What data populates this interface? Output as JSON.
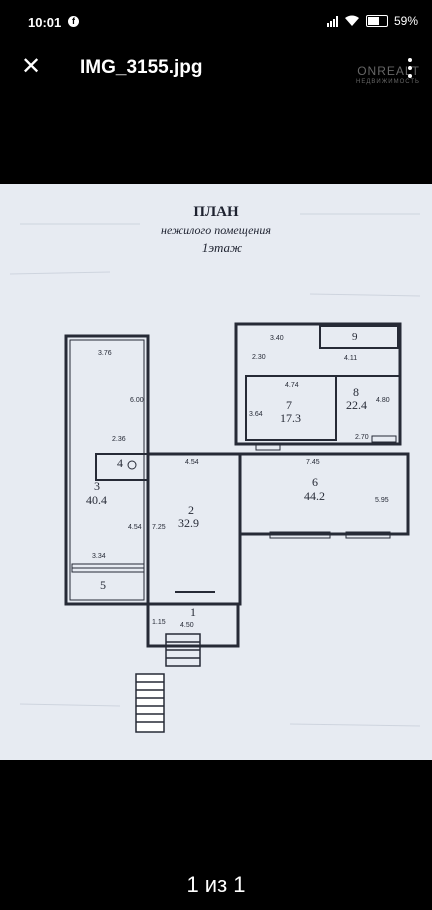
{
  "status_bar": {
    "time": "10:01",
    "battery": "59%"
  },
  "header": {
    "filename": "IMG_3155.jpg"
  },
  "watermark": {
    "brand": "ONREALT",
    "sub": "НЕДВИЖИМОСТЬ"
  },
  "plan": {
    "title": "ПЛАН",
    "subtitle": "нежилого помещения",
    "floor": "1этаж",
    "rooms": [
      {
        "num": "1",
        "area": ""
      },
      {
        "num": "2",
        "area": "32.9"
      },
      {
        "num": "3",
        "area": "40.4"
      },
      {
        "num": "4",
        "area": ""
      },
      {
        "num": "5",
        "area": ""
      },
      {
        "num": "6",
        "area": "44.2"
      },
      {
        "num": "7",
        "area": "17.3"
      },
      {
        "num": "8",
        "area": "22.4"
      },
      {
        "num": "9",
        "area": ""
      }
    ],
    "dims": [
      "3.76",
      "6.00",
      "2.36",
      "4.54",
      "3.34",
      "7.25",
      "4.54",
      "1.15",
      "4.50",
      "2.30",
      "3.40",
      "4.11",
      "4.74",
      "3.64",
      "4.80",
      "2.70",
      "7.45",
      "5.95"
    ]
  },
  "footer": {
    "counter": "1 из 1"
  },
  "icons": {
    "close": "close-icon",
    "menu": "more-vert-icon",
    "wifi": "wifi-icon",
    "signal": "signal-icon",
    "battery": "battery-icon",
    "facebook": "facebook-icon"
  }
}
